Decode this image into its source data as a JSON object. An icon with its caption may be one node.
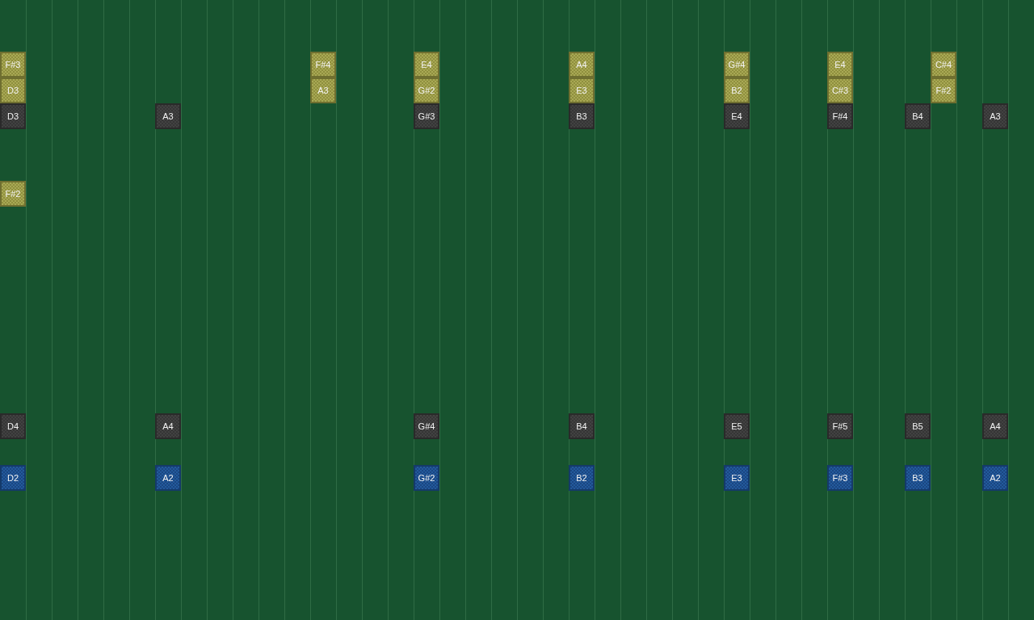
{
  "diagram": {
    "nodes": [
      {
        "text": [
          "F#3"
        ]
      },
      {
        "text": [
          "F#4"
        ]
      },
      {
        "text": [
          "E4"
        ]
      },
      {
        "text": [
          "A4"
        ]
      },
      {
        "text": [
          "G#4"
        ]
      },
      {
        "text": [
          "E4"
        ]
      },
      {
        "text": [
          "C#4"
        ]
      },
      {
        "text": [
          "D3"
        ]
      },
      {
        "text": [
          "A3"
        ]
      },
      {
        "text": [
          "G#2"
        ]
      },
      {
        "text": [
          "E3"
        ]
      },
      {
        "text": [
          "B2"
        ]
      },
      {
        "text": [
          "C#3"
        ]
      },
      {
        "text": [
          "F#2"
        ]
      },
      {
        "text": [
          "D3"
        ]
      },
      {
        "text": [
          "A3"
        ]
      },
      {
        "text": [
          "G#3"
        ]
      },
      {
        "text": [
          "B3"
        ]
      },
      {
        "text": [
          "E4"
        ]
      },
      {
        "text": [
          "F#4"
        ]
      },
      {
        "text": [
          "B4"
        ]
      },
      {
        "text": [
          "A3"
        ]
      },
      {
        "text": [
          "F#2"
        ]
      },
      {
        "text": [
          "D4"
        ]
      },
      {
        "text": [
          "A4"
        ]
      },
      {
        "text": [
          "G#4"
        ]
      },
      {
        "text": [
          "B4"
        ]
      },
      {
        "text": [
          "E5"
        ]
      },
      {
        "text": [
          "F#5"
        ]
      },
      {
        "text": [
          "B5"
        ]
      },
      {
        "text": [
          "A4"
        ]
      },
      {
        "text": [
          "D2"
        ]
      },
      {
        "text": [
          "A2"
        ]
      },
      {
        "text": [
          "G#2"
        ]
      },
      {
        "text": [
          "B2"
        ]
      },
      {
        "text": [
          "E3"
        ]
      },
      {
        "text": [
          "F#3"
        ]
      },
      {
        "text": [
          "B3"
        ]
      },
      {
        "text": [
          "A2"
        ]
      }
    ]
  }
}
